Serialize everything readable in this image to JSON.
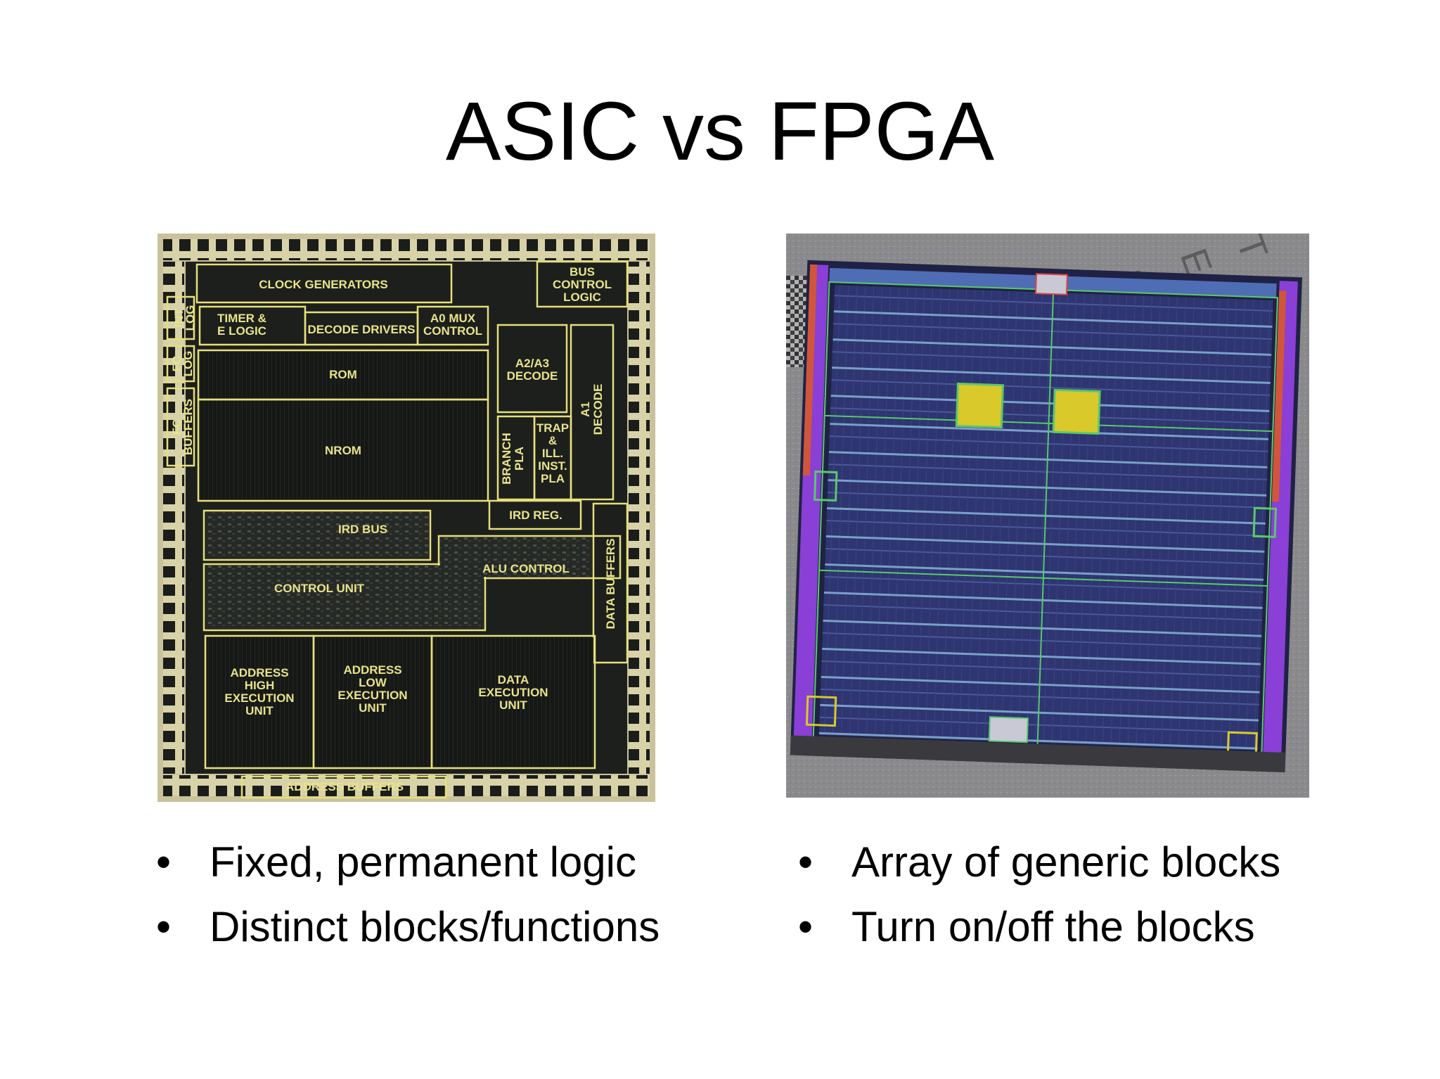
{
  "slide": {
    "title": "ASIC vs FPGA"
  },
  "asic": {
    "block_labels": {
      "clock": "CLOCK GENERATORS",
      "bus_control": [
        "BUS",
        "CONTROL",
        "LOGIC"
      ],
      "int_log": [
        "INT",
        "LOG"
      ],
      "timer": [
        "TIMER &",
        "E LOGIC"
      ],
      "decode_drivers": "DECODE DRIVERS",
      "a0_mux": [
        "A0 MUX",
        "CONTROL"
      ],
      "fc_log": [
        "FC",
        "LOG"
      ],
      "fc_buffers": [
        "FC",
        "BUFFERS"
      ],
      "rom": "ROM",
      "nrom": "NROM",
      "a2a3": [
        "A2/A3",
        "DECODE"
      ],
      "branch_pla": [
        "BRANCH",
        "PLA"
      ],
      "trap": [
        "TRAP",
        "&",
        "ILL.",
        "INST.",
        "PLA"
      ],
      "a1_decode": [
        "A1",
        "DECODE"
      ],
      "ird_reg": "IRD REG.",
      "ird_bus": "IRD BUS",
      "data_buffers": "DATA BUFFERS",
      "alu_control": "ALU CONTROL",
      "control_unit": "CONTROL UNIT",
      "addr_high": [
        "ADDRESS",
        "HIGH",
        "EXECUTION",
        "UNIT"
      ],
      "addr_low": [
        "ADDRESS",
        "LOW",
        "EXECUTION",
        "UNIT"
      ],
      "data_exec": [
        "DATA",
        "EXECUTION",
        "UNIT"
      ],
      "addr_buffers": "ADDRESS BUFFERS"
    },
    "points": [
      "Fixed, permanent logic",
      "Distinct blocks/functions"
    ]
  },
  "fpga": {
    "points": [
      "Array of generic blocks",
      "Turn on/off the blocks"
    ]
  },
  "colors": {
    "asic_outline": "#e6df7a",
    "asic_bg": "#1c1f1c",
    "fpga_core": "#2e3570",
    "fpga_grid": "#59c96b",
    "fpga_bram": "#d9c92a",
    "fpga_edge_purple": "#8a3fd6"
  }
}
